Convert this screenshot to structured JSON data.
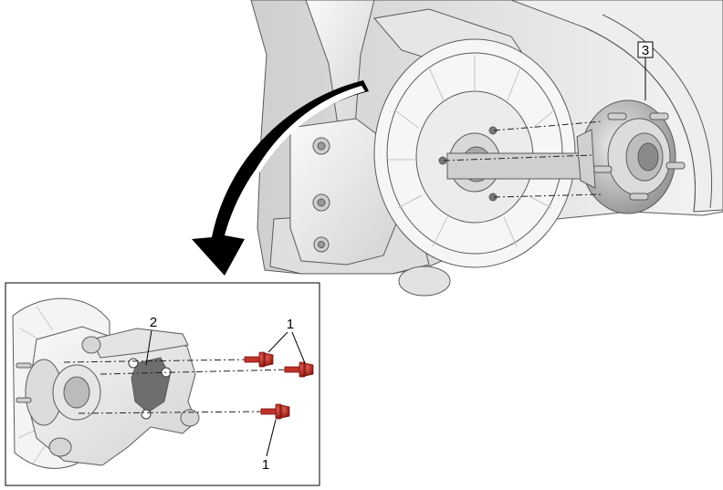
{
  "callouts": {
    "bolts_top": "1",
    "bolts_bottom": "1",
    "cover_plate": "2",
    "hub_bearing": "3"
  },
  "colors": {
    "bolt": "#b52a24",
    "bolt_dark": "#7a1410",
    "metal_light": "#f1f1f1",
    "metal_mid": "#d6d6d6",
    "metal_dark": "#9a9a9a",
    "arrow": "#000000"
  }
}
